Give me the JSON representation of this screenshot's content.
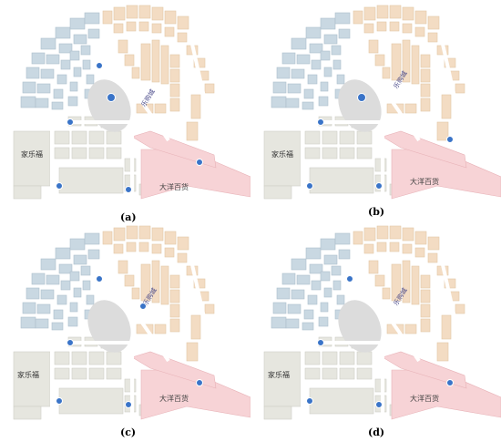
{
  "panels": [
    {
      "id": "a",
      "caption": "(a)",
      "labels": {
        "jialefu": "家乐福",
        "dayang": "大洋百货",
        "lejiacheng": "乐购城"
      }
    },
    {
      "id": "b",
      "caption": "(b)",
      "labels": {
        "jialefu": "家乐福",
        "dayang": "大洋百货",
        "lejiacheng": "乐购城"
      }
    },
    {
      "id": "c",
      "caption": "(c)",
      "labels": {
        "jialefu": "家乐福",
        "dayang": "大洋百货",
        "lejiacheng": "乐购城"
      }
    },
    {
      "id": "d",
      "caption": "(d)",
      "labels": {
        "jialefu": "家乐福",
        "dayang": "大洋百货",
        "lejiacheng": "乐购城"
      }
    }
  ],
  "colors": {
    "blue_block": "#c9d8e2",
    "tan_block": "#f3dcc3",
    "pink_block": "#f7d3d6",
    "gray_block": "#e6e6df",
    "oval": "#dcdcdc",
    "road": "#ffffff",
    "pin": "#3a74c8"
  },
  "icons": {
    "pin": "location-pin-icon"
  }
}
